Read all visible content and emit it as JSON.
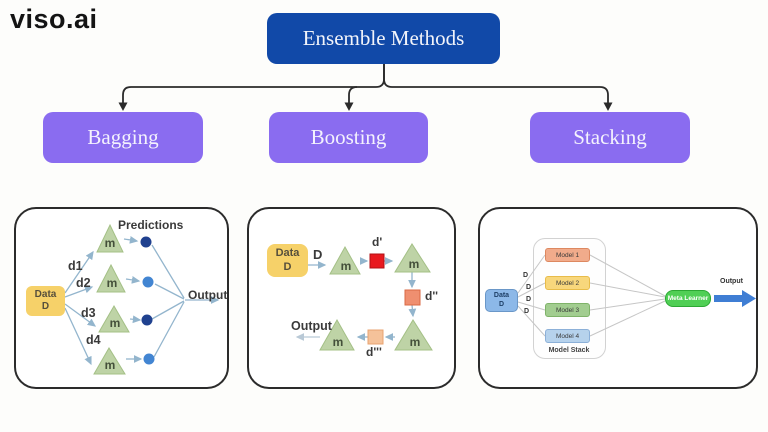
{
  "logo": "viso.ai",
  "root": {
    "label": "Ensemble Methods"
  },
  "branches": [
    {
      "label": "Bagging"
    },
    {
      "label": "Boosting"
    },
    {
      "label": "Stacking"
    }
  ],
  "colors": {
    "root_box_bg": "#1149a8",
    "branch_box_bg": "#8a6cf0",
    "data_box_yellow": "#f6d169",
    "data_box_blue": "#8cb8e8",
    "triangle_green": "#bed3a6",
    "prediction_dark_blue": "#20418f",
    "prediction_light_blue": "#4285d2",
    "weighted_square_red": "#e8191f",
    "weighted_square_salmon": "#ef8f70",
    "weighted_square_peach": "#f5c29a",
    "meta_learner_green": "#50cf55",
    "output_arrow_blue": "#3f7ed4",
    "flow_line_blue": "#93b5cd",
    "flow_line_gray": "#c6c6c6"
  },
  "bagging_panel": {
    "predictions_label": "Predictions",
    "data_box": {
      "line1": "Data",
      "line2": "D"
    },
    "subset_labels": [
      "d1",
      "d2",
      "d3",
      "d4"
    ],
    "model_label": "m",
    "output_label": "Output"
  },
  "boosting_panel": {
    "data_box": {
      "line1": "Data",
      "line2": "D"
    },
    "dataset_label": "D",
    "weighted_labels": [
      "d'",
      "d''",
      "d'''"
    ],
    "model_label": "m",
    "output_label": "Output"
  },
  "stacking_panel": {
    "data_box": {
      "line1": "Data",
      "line2": "D"
    },
    "dataset_label": "D",
    "models": [
      "Model 1",
      "Model 2",
      "Model 3",
      "Model 4"
    ],
    "stack_label": "Model Stack",
    "meta_learner_label": "Meta Learner",
    "output_label": "Output"
  }
}
